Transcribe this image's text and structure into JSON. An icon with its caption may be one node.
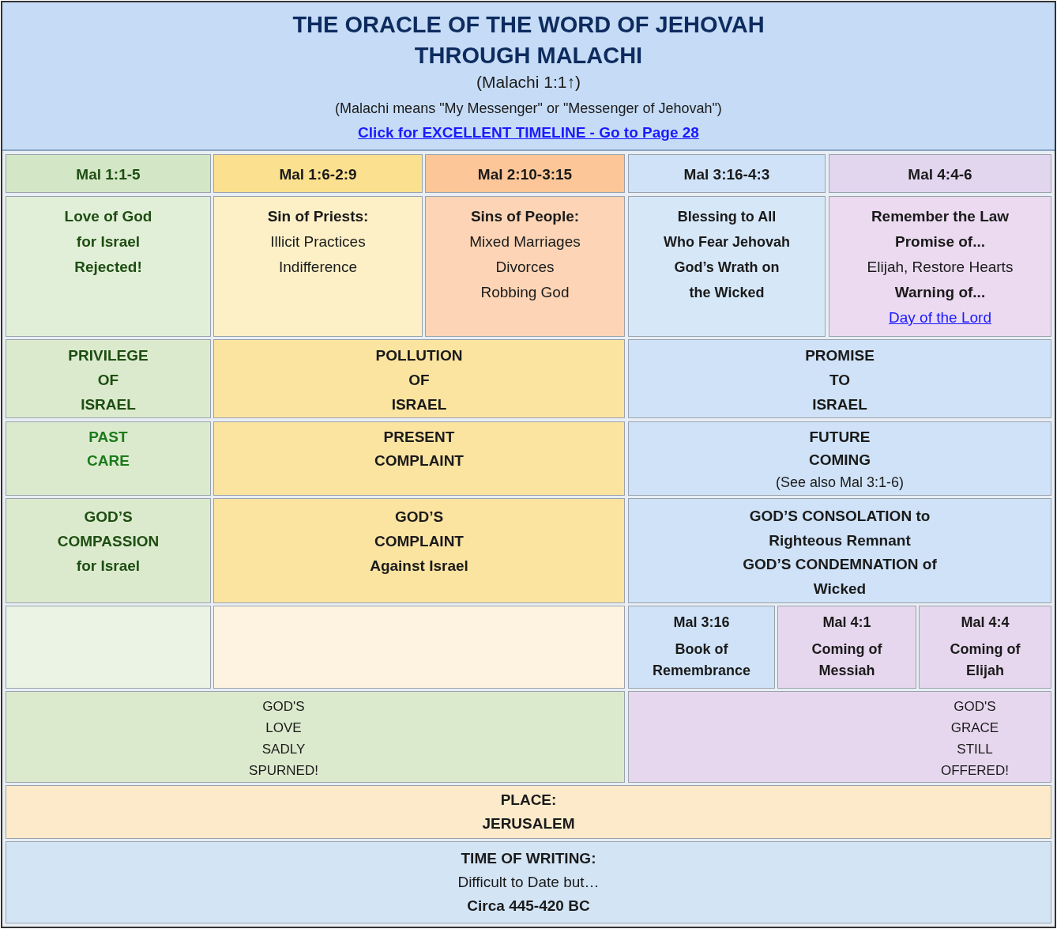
{
  "diagram": {
    "title": "THE ORACLE OF THE WORD OF JEHOVAH THROUGH MALACHI",
    "nodes": [
      {
        "text": [
          "Mal 1:1-5"
        ]
      },
      {
        "text": [
          "Mal 1:6-2:9"
        ]
      },
      {
        "text": [
          "Mal 2:10-3:15"
        ]
      },
      {
        "text": [
          "Mal 3:16-4:3"
        ]
      },
      {
        "text": [
          "Mal 4:4-6"
        ]
      },
      {
        "text": [
          "Love of God for Israel Rejected!"
        ]
      },
      {
        "text": [
          "Sin of Priests:",
          "Illicit Practices",
          "Indifference"
        ]
      },
      {
        "text": [
          "Sins of People:",
          "Mixed Marriages",
          "Divorces",
          "Robbing God"
        ]
      },
      {
        "text": [
          "Blessing to All Who Fear Jehovah",
          "God’s Wrath on the Wicked"
        ]
      },
      {
        "text": [
          "Remember the Law",
          "Promise of...",
          "Elijah, Restore Hearts",
          "Warning of...",
          "Day of the Lord"
        ]
      },
      {
        "text": [
          "PRIVILEGE OF ISRAEL"
        ]
      },
      {
        "text": [
          "POLLUTION OF ISRAEL"
        ]
      },
      {
        "text": [
          "PROMISE TO ISRAEL"
        ]
      },
      {
        "text": [
          "PAST CARE"
        ]
      },
      {
        "text": [
          "PRESENT COMPLAINT"
        ]
      },
      {
        "text": [
          "FUTURE COMING",
          "(See also Mal 3:1-6)"
        ]
      },
      {
        "text": [
          "GOD’S COMPASSION for Israel"
        ]
      },
      {
        "text": [
          "GOD’S COMPLAINT Against Israel"
        ]
      },
      {
        "text": [
          "GOD’S CONSOLATION to Righteous Remnant",
          "GOD’S CONDEMNATION of Wicked"
        ]
      },
      {
        "text": [],
        "shape": "box"
      },
      {
        "text": [],
        "shape": "box"
      },
      {
        "text": [
          "Mal 3:16",
          "Book of Remembrance"
        ]
      },
      {
        "text": [
          "Mal 4:1",
          "Coming of Messiah"
        ]
      },
      {
        "text": [
          "Mal 4:4",
          "Coming of Elijah"
        ]
      },
      {
        "text": [
          "GOD'S LOVE SADLY SPURNED!"
        ]
      },
      {
        "text": [
          "GOD'S GRACE STILL OFFERED!"
        ]
      },
      {
        "text": [
          "PLACE:",
          "JERUSALEM"
        ]
      },
      {
        "text": [
          "TIME OF WRITING:",
          "Difficult to Date but…",
          "Circa 445-420 BC"
        ]
      }
    ],
    "labels": [
      "(Malachi 1:1↑)",
      "(Malachi means \"My Messenger\" or \"Messenger of Jehovah\")",
      "Click for EXCELLENT TIMELINE - Go to Page 28"
    ]
  }
}
